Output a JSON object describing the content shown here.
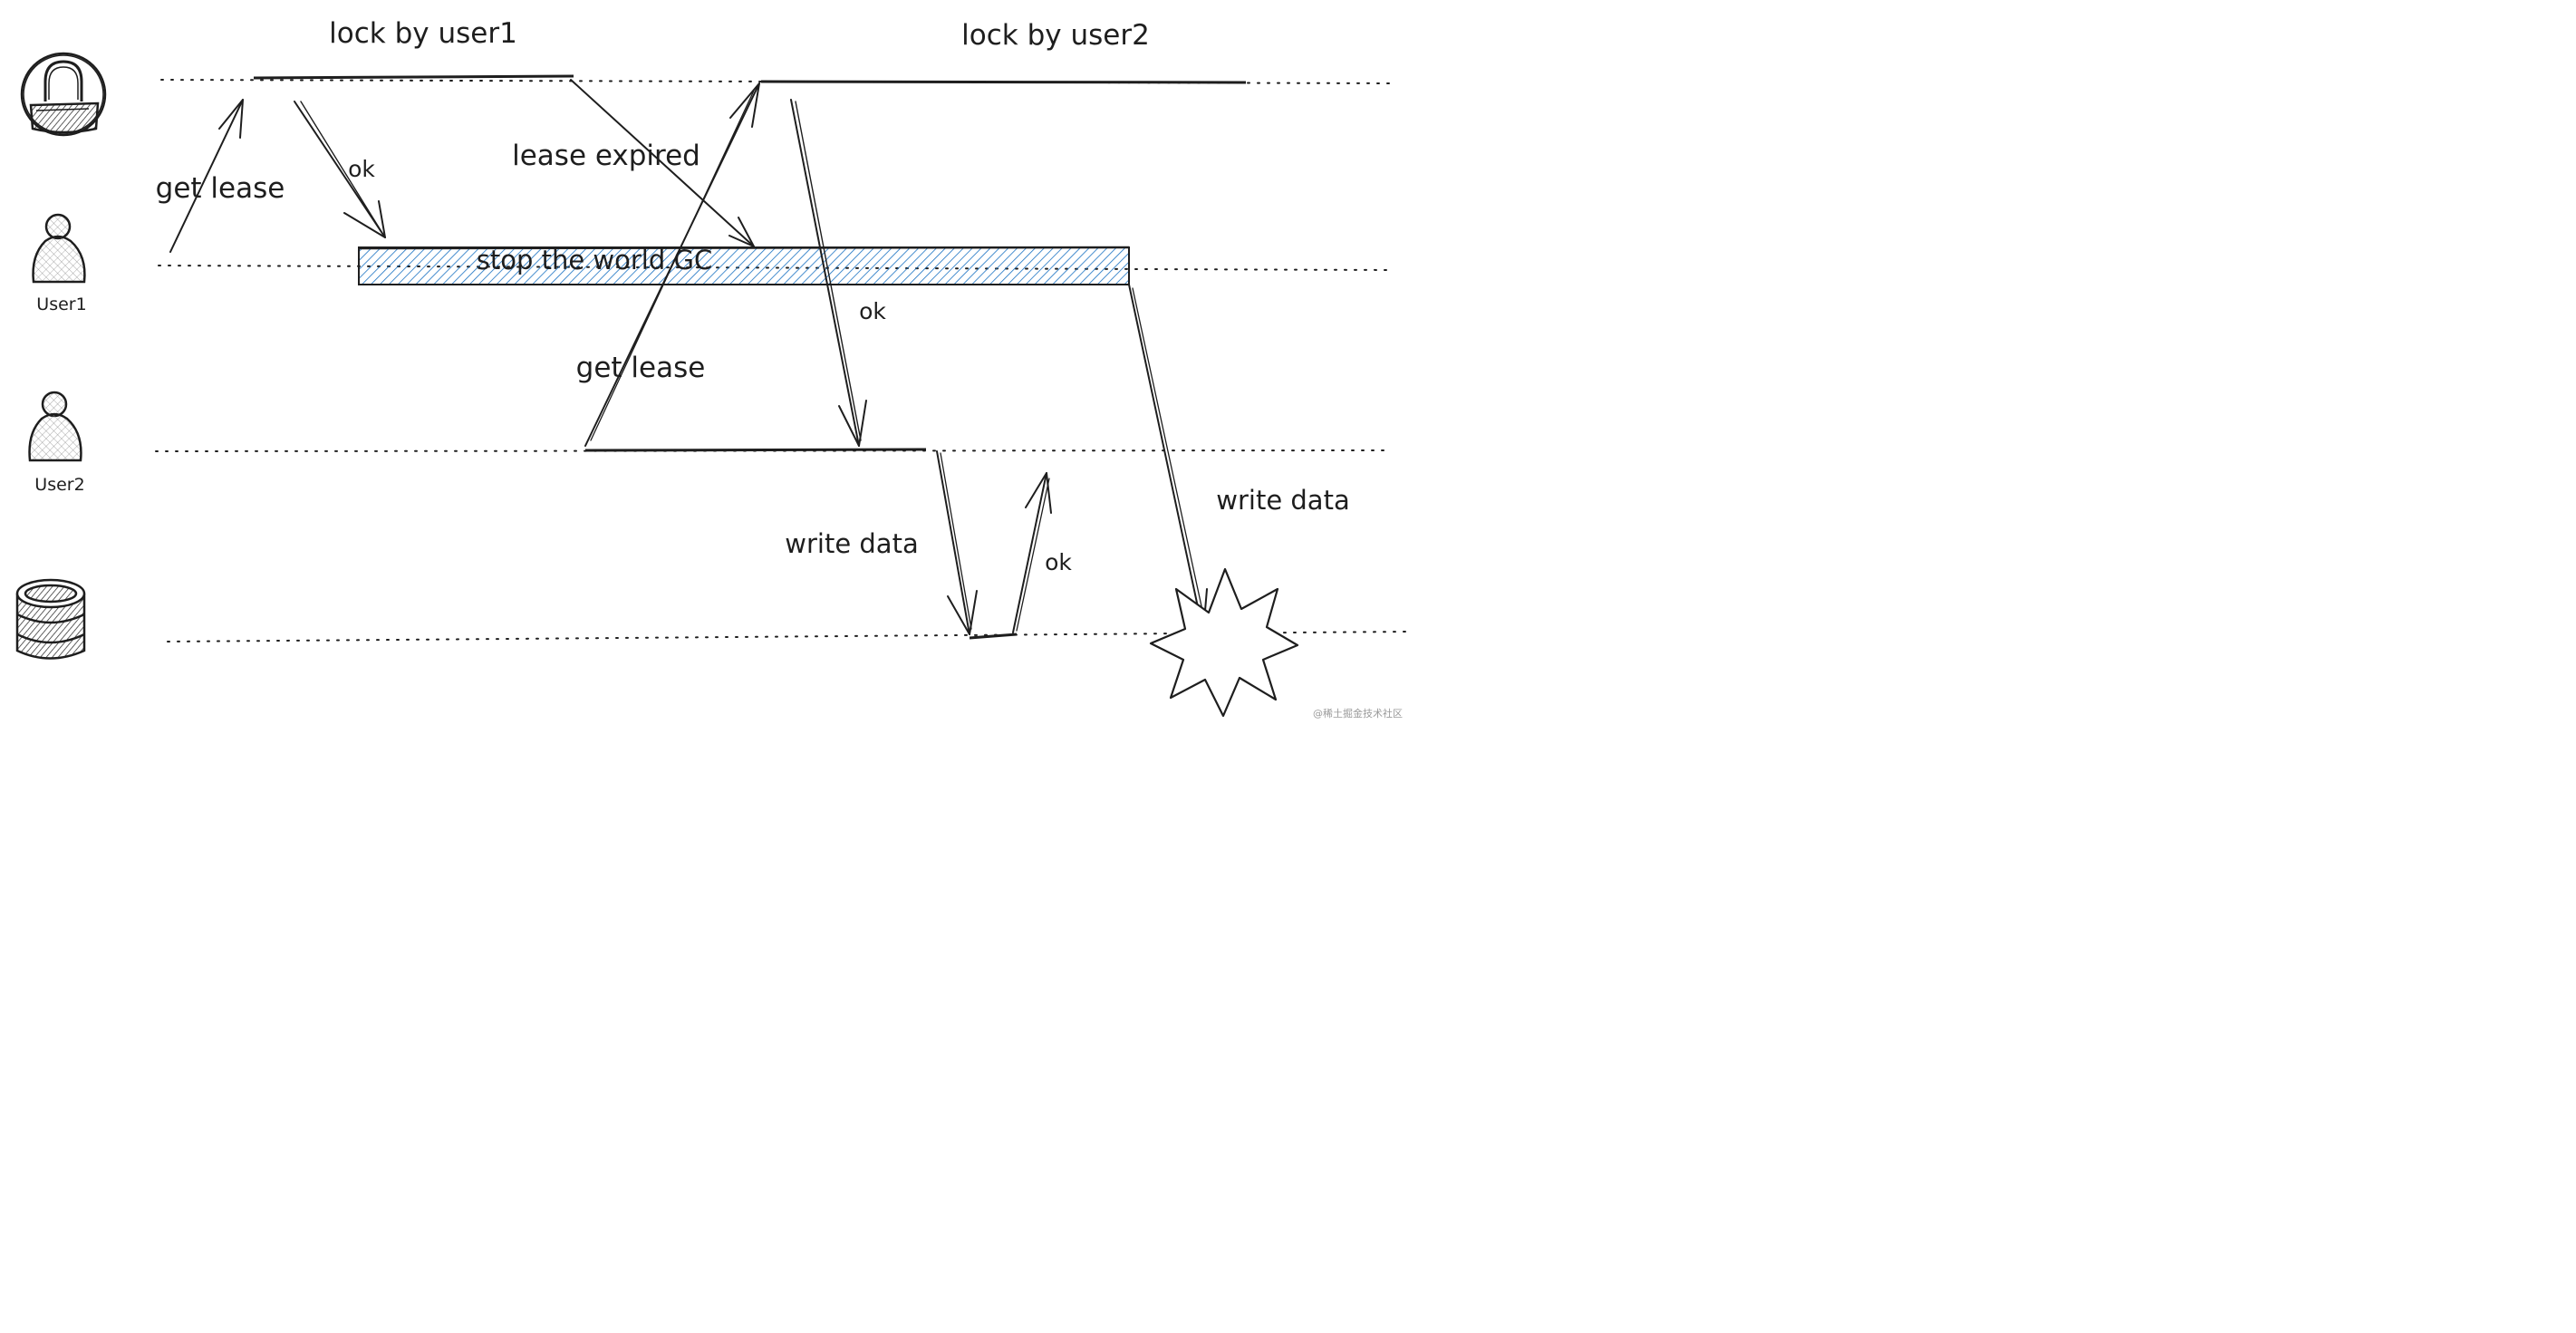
{
  "labels": {
    "lock_user1": "lock by user1",
    "lock_user2": "lock by user2",
    "get_lease_1": "get lease",
    "ok_1": "ok",
    "lease_expired": "lease expired",
    "stop_the_world": "stop the world GC",
    "ok_2": "ok",
    "get_lease_2": "get lease",
    "write_data_1": "write data",
    "ok_3": "ok",
    "write_data_2": "write data"
  },
  "actors": {
    "user1": "User1",
    "user2": "User2"
  },
  "watermark": "@稀土掘金技术社区",
  "colors": {
    "ink": "#1e1e1e",
    "gc_fill": "#a5d8ff",
    "gc_stroke": "#1971c2"
  },
  "icons": {
    "lock": "lock-icon",
    "user1": "user-icon",
    "user2": "user-icon",
    "database": "database-icon",
    "explosion": "explosion-icon"
  }
}
